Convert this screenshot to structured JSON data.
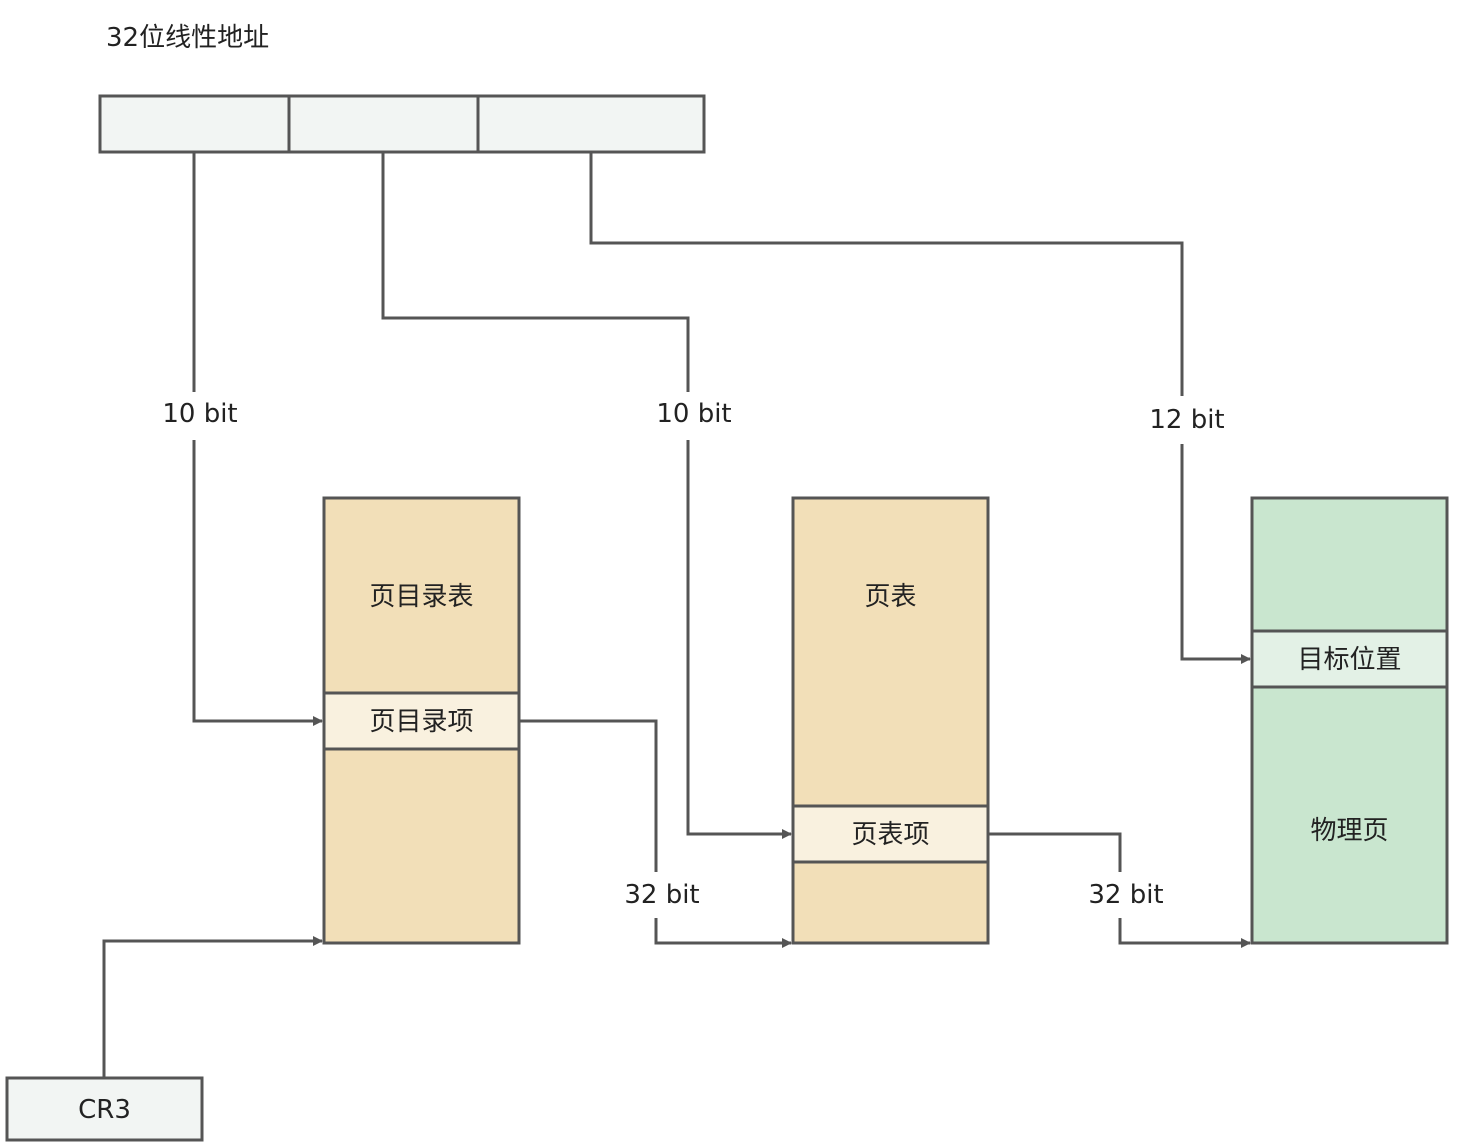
{
  "diagram": {
    "title": "32位线性地址",
    "labels": {
      "dir_bits": "10 bit",
      "table_bits": "10 bit",
      "offset_bits": "12 bit",
      "pde_out_bits": "32 bit",
      "pte_out_bits": "32 bit"
    },
    "page_directory": {
      "title": "页目录表",
      "entry": "页目录项"
    },
    "page_table": {
      "title": "页表",
      "entry": "页表项"
    },
    "physical_page": {
      "title": "物理页",
      "target": "目标位置"
    },
    "cr3": "CR3",
    "colors": {
      "address_fill": "#f2f5f3",
      "table_fill": "#f2dfb8",
      "entry_fill": "#f9f1df",
      "physical_fill": "#c9e6cf",
      "target_fill": "#e3f1e6",
      "stroke": "#555555"
    }
  }
}
